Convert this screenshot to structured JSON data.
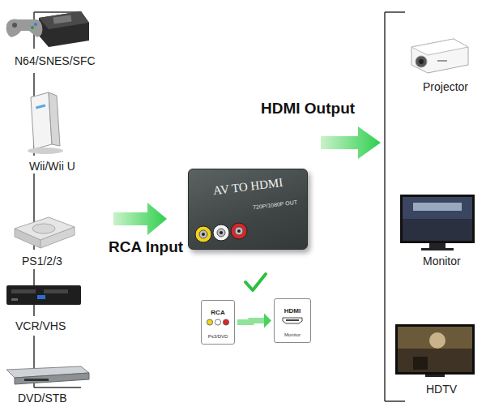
{
  "diagram": {
    "nodes": [
      {
        "text": [
          "AV TO HDMI",
          "720P/1080P OUT"
        ]
      },
      {
        "text": [
          "RCA",
          "Ps3/DVD"
        ]
      },
      {
        "text": [
          "HDMI",
          "Monitor"
        ]
      }
    ],
    "edges": [
      {
        "from": 1,
        "to": 2,
        "arrow": "to"
      }
    ],
    "labels": [
      "N64/SNES/SFC",
      "Wii/Wii U",
      "PS1/2/3",
      "VCR/VHS",
      "DVD/STB",
      "Projector",
      "Monitor",
      "HDTV",
      "RCA Input",
      "HDMI Output"
    ]
  }
}
